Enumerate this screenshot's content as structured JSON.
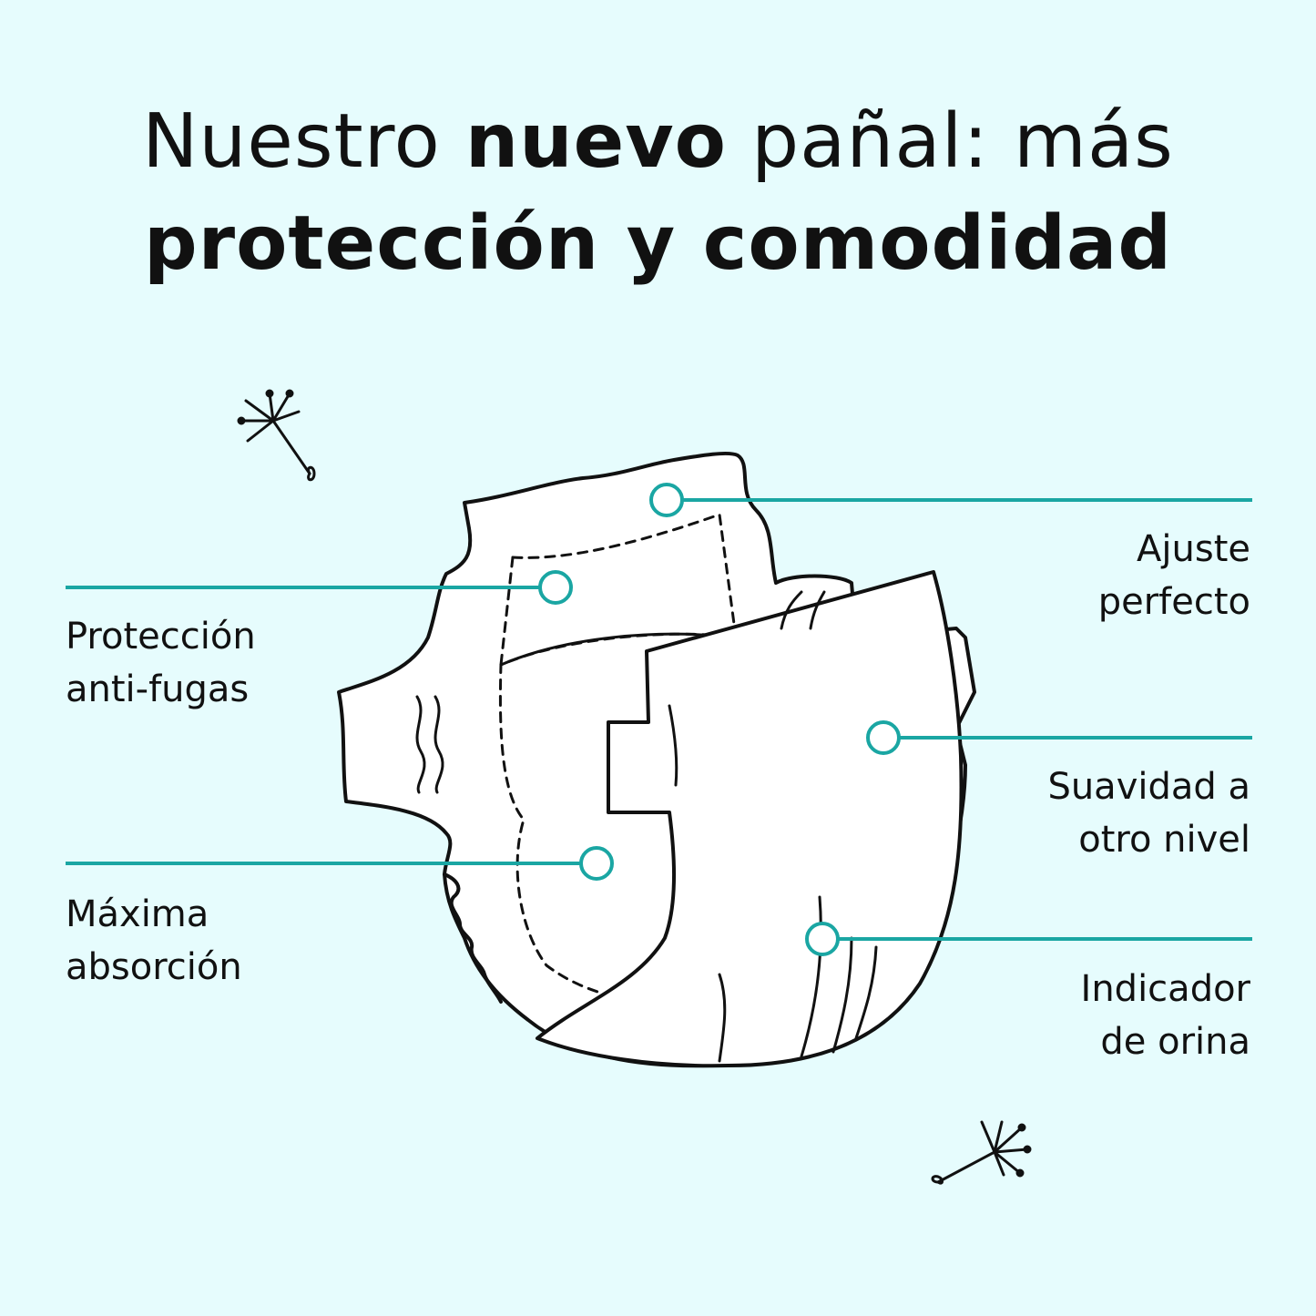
{
  "title": {
    "line1_a": "Nuestro ",
    "line1_bold": "nuevo",
    "line1_b": " pañal: más",
    "line2": "protección y comodidad"
  },
  "callouts": {
    "ajuste": [
      "Ajuste",
      "perfecto"
    ],
    "proteccion": [
      "Protección",
      "anti-fugas"
    ],
    "suavidad": [
      "Suavidad a",
      "otro nivel"
    ],
    "absorcion": [
      "Máxima",
      "absorción"
    ],
    "indicador": [
      "Indicador",
      "de orina"
    ]
  },
  "colors": {
    "background": "#e6fcfd",
    "accent": "#1aa6a3",
    "ink": "#111111"
  },
  "icons": [
    "dandelion-seed-icon",
    "diaper-illustration"
  ]
}
